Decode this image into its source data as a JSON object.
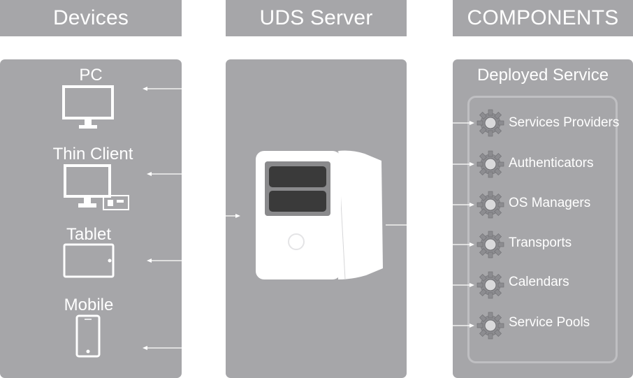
{
  "headers": {
    "devices": "Devices",
    "server": "UDS Server",
    "components": "COMPONENTS"
  },
  "devices": [
    {
      "label": "PC",
      "icon": "monitor-icon"
    },
    {
      "label": "Thin Client",
      "icon": "thin-client-icon"
    },
    {
      "label": "Tablet",
      "icon": "tablet-icon"
    },
    {
      "label": "Mobile",
      "icon": "mobile-icon"
    }
  ],
  "deployed_service": {
    "title": "Deployed Service",
    "components": [
      {
        "label": "Services Providers",
        "icon": "gear-icon"
      },
      {
        "label": "Authenticators",
        "icon": "gear-icon"
      },
      {
        "label": "OS Managers",
        "icon": "gear-icon"
      },
      {
        "label": "Transports",
        "icon": "gear-icon"
      },
      {
        "label": "Calendars",
        "icon": "gear-icon"
      },
      {
        "label": "Service Pools",
        "icon": "gear-icon"
      }
    ]
  },
  "server": {
    "icon": "server-icon"
  },
  "colors": {
    "panel": "#a6a6a9",
    "line": "#ffffff",
    "server_body": "#ffffff",
    "server_slot": "#3a3a3a",
    "gear": "#8c8c90"
  }
}
